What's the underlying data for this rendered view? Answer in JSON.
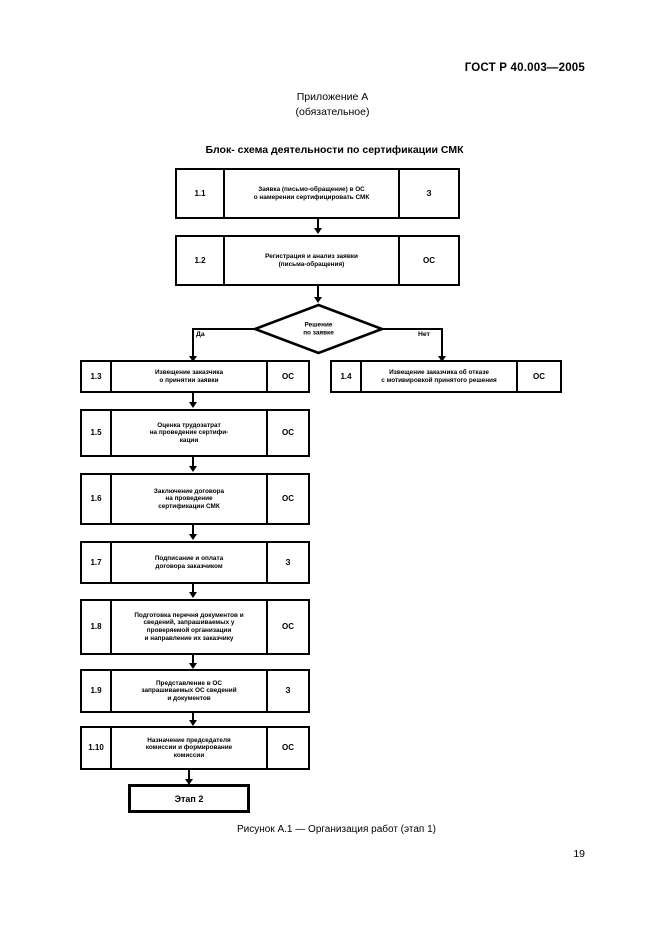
{
  "document": {
    "standard_header": "ГОСТ Р 40.003—2005",
    "appendix_title": "Приложение А",
    "appendix_status": "(обязательное)",
    "scheme_title": "Блок- схема деятельности по сертификации СМК",
    "figure_caption": "Рисунок А.1 — Организация работ (этап 1)",
    "page_number": "19"
  },
  "flowchart": {
    "type": "flowchart",
    "decision": {
      "label_lines": [
        "Решение",
        "по заявке"
      ],
      "yes_label": "Да",
      "no_label": "Нет"
    },
    "terminal": {
      "label": "Этап 2"
    },
    "steps": [
      {
        "num": "1.1",
        "lines": [
          "Заявка (письмо-обращение) в ОС",
          "о намерении сертифицировать СМК"
        ],
        "who": "З"
      },
      {
        "num": "1.2",
        "lines": [
          "Регистрация и анализ заявки",
          "(письма-обращения)"
        ],
        "who": "ОС"
      },
      {
        "num": "1.3",
        "lines": [
          "Извещение заказчика",
          "о принятии заявки"
        ],
        "who": "ОС"
      },
      {
        "num": "1.4",
        "lines": [
          "Извещение заказчика об отказе",
          "с мотивировкой принятого решения"
        ],
        "who": "ОС"
      },
      {
        "num": "1.5",
        "lines": [
          "Оценка трудозатрат",
          "на проведение сертифи-",
          "кации"
        ],
        "who": "ОС"
      },
      {
        "num": "1.6",
        "lines": [
          "Заключение договора",
          "на проведение",
          "сертификации СМК"
        ],
        "who": "ОС"
      },
      {
        "num": "1.7",
        "lines": [
          "Подписание и оплата",
          "договора заказчиком"
        ],
        "who": "З"
      },
      {
        "num": "1.8",
        "lines": [
          "Подготовка перечня документов и",
          "сведений, запрашиваемых у",
          "проверяемой организации",
          "и направление их заказчику"
        ],
        "who": "ОС"
      },
      {
        "num": "1.9",
        "lines": [
          "Представление в ОС",
          "запрашиваемых ОС сведений",
          "и документов"
        ],
        "who": "З"
      },
      {
        "num": "1.10",
        "lines": [
          "Назначение председателя",
          "комиссии и формирование",
          "комиссии"
        ],
        "who": "ОС"
      }
    ]
  }
}
